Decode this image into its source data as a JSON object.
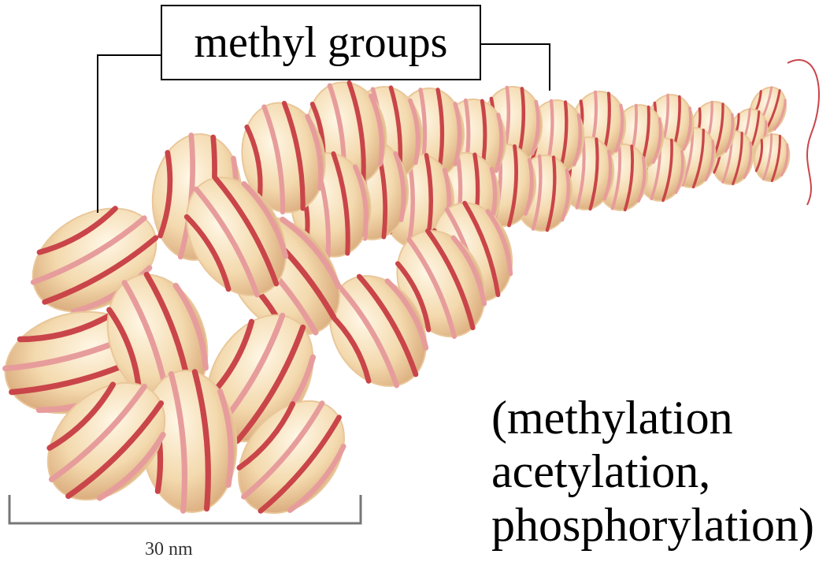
{
  "labels": {
    "callout": "methyl groups",
    "modifications": [
      "(methylation",
      "acetylation,",
      "phosphorylation)"
    ],
    "scale": "30 nm"
  },
  "colors": {
    "nucleosome_fill": "#f6e3bd",
    "nucleosome_shade": "#e9c79a",
    "dna_stripe": "#c9454a",
    "dna_stripe_light": "#e79c9c"
  }
}
